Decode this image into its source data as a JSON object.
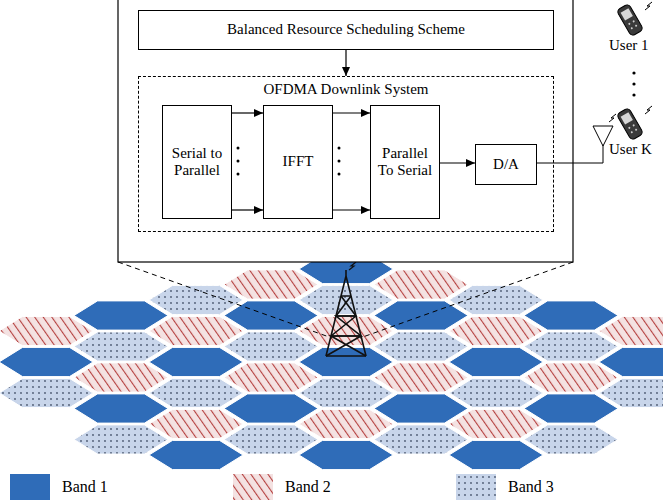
{
  "diagram": {
    "nodes": [
      {
        "text": [
          "Balanced Resource Scheduling Scheme"
        ]
      },
      {
        "text": [
          "OFDMA Downlink System"
        ]
      },
      {
        "text": [
          "Serial to Parallel"
        ],
        "in": 1
      },
      {
        "text": [
          "IFFT"
        ],
        "in": 1
      },
      {
        "text": [
          "Parallel To Serial"
        ],
        "in": 1
      },
      {
        "text": [
          "D/A"
        ],
        "in": 1
      }
    ],
    "edges": [
      {
        "from": 0,
        "to": 1,
        "arrow": "to"
      },
      {
        "from": 2,
        "to": 3,
        "arrow": "to"
      },
      {
        "from": 3,
        "to": 4,
        "arrow": "to"
      },
      {
        "from": 4,
        "to": 5,
        "arrow": "to"
      }
    ],
    "labels": [
      "User 1",
      "User K"
    ],
    "legend": [
      {
        "text": "Band 1",
        "color": "#2f6cb8"
      },
      {
        "text": "Band 2"
      },
      {
        "text": "Band 3"
      }
    ]
  }
}
